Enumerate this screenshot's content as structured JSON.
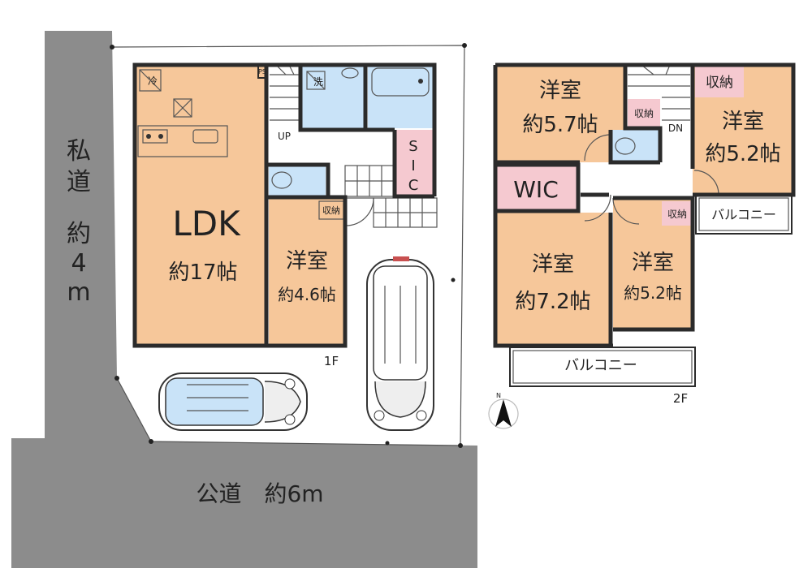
{
  "roads": {
    "private_road": [
      "私",
      "道",
      "約",
      "4",
      "m"
    ],
    "public_road": "公道　約6m"
  },
  "floor1": {
    "label": "1F",
    "ldk": {
      "name": "LDK",
      "size": "約17帖"
    },
    "western": {
      "name": "洋室",
      "size": "約4.6帖"
    },
    "storage": "収納",
    "sic": [
      "S",
      "I",
      "C"
    ],
    "fridge": "冷",
    "washer": "洗",
    "stairs": "UP"
  },
  "floor2": {
    "label": "2F",
    "room_a": {
      "name": "洋室",
      "size": "約5.7帖"
    },
    "room_b": {
      "name": "洋室",
      "size": "約5.2帖"
    },
    "room_c": {
      "name": "洋室",
      "size": "約7.2帖"
    },
    "room_d": {
      "name": "洋室",
      "size": "約5.2帖"
    },
    "wic": "WIC",
    "storage_a": "収納",
    "storage_b": "収納",
    "storage_c": "収納",
    "stairs": "DN",
    "balcony_top": "バルコニー",
    "balcony_bottom": "バルコニー"
  },
  "compass": "N",
  "colors": {
    "road": "#8c8c8c",
    "room": "#f6c79a",
    "wet_area": "#c9e3f8",
    "storage": "#f5c9d0",
    "wall": "#2b2b2b"
  }
}
